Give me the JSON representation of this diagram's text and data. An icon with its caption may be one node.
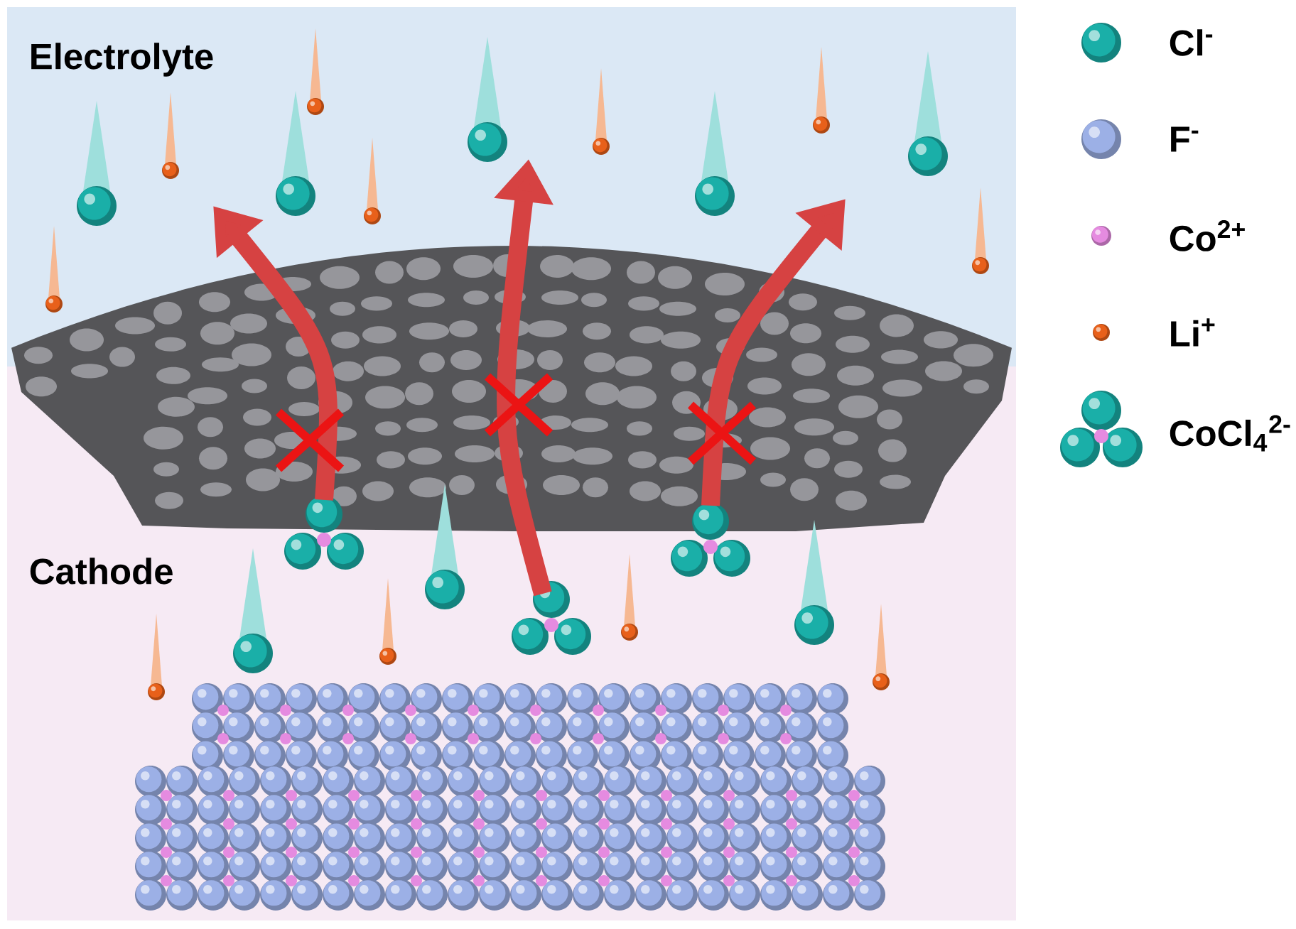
{
  "diagram": {
    "labels": [
      "Electrolyte",
      "Cathode"
    ],
    "legend": [
      {
        "text": "Cl$^{-}$"
      },
      {
        "text": "F$^{-}$"
      },
      {
        "text": "Co$^{2+}$"
      },
      {
        "text": "Li$^{+}$"
      },
      {
        "text": "CoCl$_{4}$$^{2-}$"
      }
    ]
  }
}
